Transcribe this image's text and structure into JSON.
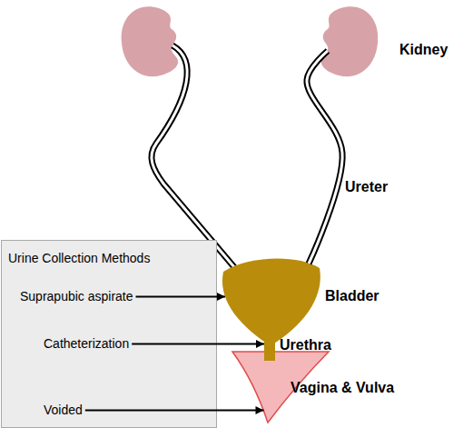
{
  "diagram": {
    "nodes": [
      {
        "text": [
          "Kidney"
        ]
      },
      {
        "text": [
          "Urine Collection Methods"
        ]
      },
      {
        "text": [
          "Suprapubic aspirate"
        ],
        "in": 1
      },
      {
        "text": [
          "Catheterization"
        ],
        "in": 1
      },
      {
        "text": [
          "Voided"
        ],
        "in": 1
      },
      {
        "text": [
          "Bladder"
        ]
      },
      {
        "text": [
          "Urethra"
        ]
      },
      {
        "text": [
          "Vagina & Vulva"
        ]
      }
    ],
    "edges": [
      {
        "from": 0,
        "to": 5,
        "arrow": "none",
        "label": "Ureter"
      },
      {
        "from": 2,
        "to": 5,
        "arrow": "to"
      },
      {
        "from": 3,
        "to": 6,
        "arrow": "to"
      },
      {
        "from": 4,
        "to": 7,
        "arrow": "to"
      }
    ]
  }
}
